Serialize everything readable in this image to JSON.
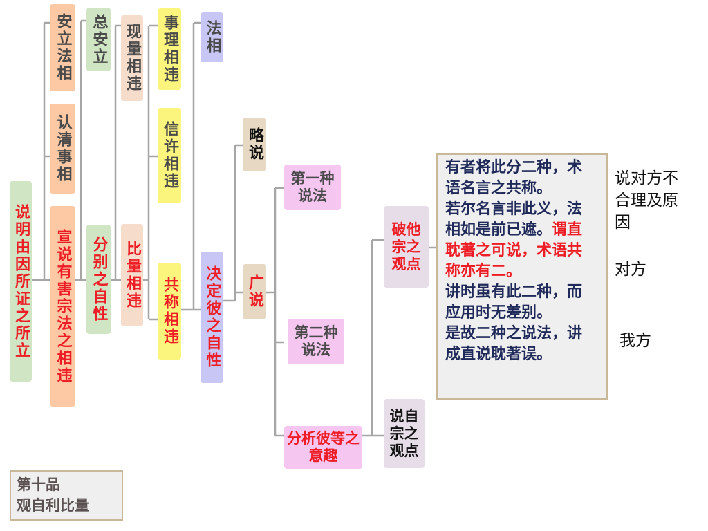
{
  "nodes": {
    "explain_what_is_proved": "说明由因所证之所立",
    "establish_dharma_marks": "安立法相",
    "recognize_things": "认清事相",
    "proclaim_contradiction": "宣说有害宗法之相违",
    "general_establishment": "总安立",
    "distinguish_self_nature": "分别之自性",
    "direct_perception_contradiction": "现量相违",
    "inference_contradiction": "比量相违",
    "fact_contradiction": "事理相违",
    "belief_contradiction": "信许相违",
    "common_usage_contradiction": "共称相违",
    "dharma_mark": "法相",
    "determine_its_self_nature": "决定彼之自性",
    "brief_explanation": "略说",
    "extensive_explanation": "广说",
    "first_explanation": "第一种说法",
    "second_explanation": "第二种说法",
    "analyze_intent": "分析彼等之意趣",
    "refute_others": "破他宗之观点",
    "own_view": "说自宗之观点"
  },
  "quote": {
    "part1": "有者将此分二种，术语名言之共称。",
    "part2": "若尔名言非此义，法相如是前已遮。",
    "part3_red": "谓直耽著之可说，术语共称亦有二。",
    "part4": "讲时虽有此二种，而应用时无差别。",
    "part5": "是故二种之说法，讲成直说耽著误。"
  },
  "side_labels": {
    "opponent_unreasonable": "说对方不合理及原因",
    "opponent": "对方",
    "our_side": "我方"
  },
  "chapter": {
    "title": "第十品",
    "subtitle": "观自利比量"
  },
  "colors": {
    "connector": "#a6a6a6",
    "bracket": "#2f4f9f",
    "red_text": "#ee1c24",
    "navy_text": "#1f2a5a"
  }
}
